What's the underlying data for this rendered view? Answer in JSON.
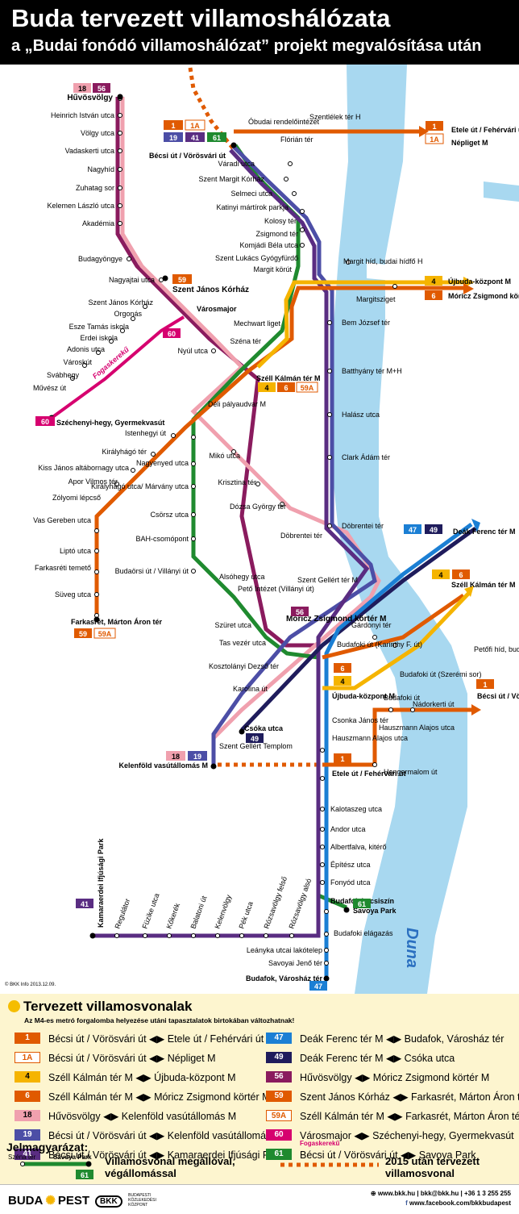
{
  "header": {
    "title": "Buda tervezett villamoshálózata",
    "subtitle": "a „Budai fonódó villamoshálózat” projekt megvalósítása után"
  },
  "colors": {
    "line1": "#e05a00",
    "line4": "#f5b400",
    "line6": "#e05a00",
    "line18": "#f0a0ae",
    "line19": "#4c4ea6",
    "line41": "#5a2d82",
    "line47": "#1b7fd4",
    "line49": "#1f1c5c",
    "line56": "#8a1b5e",
    "line59": "#e05a00",
    "line60": "#d6006f",
    "line61": "#1f8a2f",
    "river": "#a8d8f0",
    "legend_bg": "#fdf5cf"
  },
  "map": {
    "river_label": "Duna",
    "stations": {
      "huvosvolgy": "Hűvösvölgy",
      "heinrich": "Heinrich István utca",
      "volgy": "Völgy utca",
      "vadaskerti": "Vadaskerti utca",
      "nagyhid": "Nagyhíd",
      "zuhatag": "Zuhatag sor",
      "kelemen": "Kelemen László utca",
      "akademia": "Akadémia",
      "budagyongye": "Budagyöngye",
      "nagyajtai": "Nagyajtai utca",
      "szent_janos": "Szent János Kórház",
      "varosmajor": "Városmajor",
      "nyul": "Nyúl utca",
      "szena": "Széna tér",
      "mechwart": "Mechwart liget",
      "margit_korut": "Margit körút",
      "szell": "Széll Kálmán tér M",
      "deli": "Déli pályaudvar M",
      "miko": "Mikó utca",
      "krisztina": "Krisztina tér",
      "dozsa": "Dózsa György tér",
      "dobrentei_ter": "Döbrentei tér",
      "istenhegyi": "Istenhegyi út",
      "kiralyhago_ter": "Királyhágó tér",
      "kiss_janos": "Kiss János altábornagy utca",
      "apor": "Apor Vilmos tér",
      "zolyomi": "Zólyomi lépcső",
      "vas_gereben": "Vas Gereben utca",
      "lipto": "Liptó utca",
      "farkasreti_temeto": "Farkasréti temető",
      "suveg": "Süveg utca",
      "farkasret": "Farkasrét, Márton Áron tér",
      "nagyenyed": "Nagyenyed utca",
      "kiralyhago_marvany": "Királyhágó utca/ Márvány utca",
      "csorsz": "Csörsz utca",
      "bah": "BAH-csomópont",
      "budaorsi": "Budaörsi út / Villányi út",
      "alsohegy": "Alsóhegy utca",
      "peto": "Pető Intézet (Villányi út)",
      "szuret": "Szüret utca",
      "moricz": "Móricz Zsigmond körtér M",
      "tas_vezer": "Tas vezér utca",
      "kosztolanyi": "Kosztolányi Dezső tér",
      "karolina": "Karolina út",
      "csoka": "Csóka utca",
      "szent_gellert_templom": "Szent Gellért Templom",
      "kelenfold": "Kelenföld vasútállomás M",
      "ujbuda": "Újbuda-központ M",
      "csonka": "Csonka János tér",
      "hauszmann": "Hauszmann Alajos utca",
      "etele_ut": "Etele út / Fehérvári út",
      "kalotaszeg": "Kalotaszeg utca",
      "andor": "Andor utca",
      "albertfalva": "Albertfalva, kitérő",
      "epitesz": "Építész utca",
      "fonyod": "Fonyód utca",
      "budafok_kocsiszin": "Budafok kocsiszín",
      "savoya": "Savoya Park",
      "budafoki_elagazas": "Budafoki elágazás",
      "leanyka": "Leányka utcai lakótelep",
      "savoyai_jeno": "Savoyai Jenő tér",
      "varoshaz_ter": "Budafok, Városház tér",
      "becsi_ut": "Bécsi út / Vörösvári út",
      "obudai": "Óbudai rendelőintézet",
      "florian": "Flórián tér",
      "szentlelek": "Szentlélek tér H",
      "varadi": "Váradi utca",
      "szent_margit": "Szent Margit Kórház",
      "selmeci": "Selmeci utca",
      "katinyi": "Katinyi mártírok parkja",
      "kolosy": "Kolosy tér",
      "zsigmond": "Zsigmond tér",
      "komjadi": "Komjádi Béla utca",
      "szent_lukacs": "Szent Lukács Gyógyfürdő",
      "margit_hid": "Margit híd, budai hídfő H",
      "margitsziget": "Margitsziget",
      "bem": "Bem József tér",
      "batthyany": "Batthyány tér M+H",
      "halasz": "Halász utca",
      "clark": "Clark Ádám tér",
      "dobrentei": "Döbrentei tér",
      "szent_gellert_ter": "Szent Gellért tér M",
      "gardonyi": "Gárdonyi tér",
      "budafoki_karinthy": "Budafoki út (Karinthy F. út)",
      "petofi": "Petőfi híd, budai hídfő",
      "budafoki_szeremi": "Budafoki út (Szerémi sor)",
      "budafoki_ut": "Budafoki út",
      "nadorkerti": "Nádorkerti út",
      "hengermalom": "Hengermalom út",
      "hauszmann_alajos": "Hauszmann Alajos utca",
      "orgonas": "Orgonás",
      "esze": "Esze Tamás iskola",
      "erdei": "Erdei iskola",
      "adonis": "Adonis utca",
      "varoskut": "Városkút",
      "svabhegy": "Svábhegy",
      "muvesz": "Művész út",
      "szechenyi": "Széchenyi-hegy, Gyermekvasút",
      "szent_janos_korhaz_cog": "Szent János Kórház",
      "fogaskereku": "Fogaskerekű",
      "kamaraerdei": "Kamaraerdei Ifjúsági Park",
      "regulator": "Regulátor",
      "fuzike": "Füzike utca",
      "kokerek": "Kőkerék",
      "balatoni": "Balatoni út",
      "kelenvolgy": "Kelenvölgy",
      "pek": "Pék utca",
      "rozsavolgy_felso": "Rózsavölgy felső",
      "rozsavolgy_also": "Rózsavölgy alsó"
    },
    "terminals": {
      "etele_right": "Etele út / Fehérvári út",
      "nepliget": "Népliget M",
      "ujbuda_right": "Újbuda-központ M",
      "moricz_right": "Móricz Zsigmond körtér M",
      "deak": "Deák Ferenc tér M",
      "szell_right": "Széll Kálmán tér M",
      "becsi_right": "Bécsi út / Vörösvári út"
    },
    "copyright": "© BKK Info 2013.12.09."
  },
  "legend": {
    "title": "Tervezett villamosvonalak",
    "note": "Az M4-es metró forgalomba helyezése utáni tapasztalatok birtokában változhatnak!",
    "left": [
      {
        "num": "1",
        "color": "#e05a00",
        "text": "Bécsi út / Vörösvári út ◀▶ Etele út / Fehérvári út"
      },
      {
        "num": "1A",
        "color": "#ffffff",
        "outline": "#e05a00",
        "text": "Bécsi út / Vörösvári út ◀▶ Népliget M"
      },
      {
        "num": "4",
        "color": "#f5b400",
        "text": "Széll Kálmán tér M ◀▶ Újbuda-központ M"
      },
      {
        "num": "6",
        "color": "#e05a00",
        "text": "Széll Kálmán tér M ◀▶ Móricz Zsigmond körtér M"
      },
      {
        "num": "18",
        "color": "#f0a0ae",
        "text": "Hűvösvölgy ◀▶ Kelenföld vasútállomás M"
      },
      {
        "num": "19",
        "color": "#4c4ea6",
        "text": "Bécsi út / Vörösvári út ◀▶ Kelenföld vasútállomás M"
      },
      {
        "num": "41",
        "color": "#5a2d82",
        "text": "Bécsi út / Vörösvári út ◀▶ Kamaraerdei Ifjúsági Park"
      }
    ],
    "right": [
      {
        "num": "47",
        "color": "#1b7fd4",
        "text": "Deák Ferenc tér M ◀▶ Budafok, Városház tér"
      },
      {
        "num": "49",
        "color": "#1f1c5c",
        "text": "Deák Ferenc tér M ◀▶ Csóka utca"
      },
      {
        "num": "56",
        "color": "#8a1b5e",
        "text": "Hűvösvölgy ◀▶ Móricz Zsigmond körtér M"
      },
      {
        "num": "59",
        "color": "#e05a00",
        "text": "Szent János Kórház ◀▶ Farkasrét, Márton Áron tér"
      },
      {
        "num": "59A",
        "color": "#ffffff",
        "outline": "#e05a00",
        "text": "Széll Kálmán tér M ◀▶ Farkasrét, Márton Áron tér"
      },
      {
        "num": "60",
        "color": "#d6006f",
        "text": "Városmajor ◀▶ Széchenyi-hegy, Gyermekvasút",
        "sub": "Fogaskerekű"
      },
      {
        "num": "61",
        "color": "#1f8a2f",
        "text": "Bécsi út / Vörösvári út ◀▶ Savoya Park"
      }
    ]
  },
  "key": {
    "title": "Jelmagyarázat:",
    "example_start": "Széna tér",
    "example_end": "Savoya Park",
    "example_num": "61",
    "solid_label": "Villamosvonal megállóval, végállomással",
    "dashed_label": "2015 után tervezett villamosvonal"
  },
  "footer": {
    "logo_buda": "BUDA",
    "logo_pest": "PEST",
    "bkk": "BKK",
    "bkk_sub": "BUDAPESTI KÖZLEKEDÉSI KÖZPONT",
    "web": "www.bkk.hu",
    "email": "bkk@bkk.hu",
    "phone": "+36 1 3 255 255",
    "facebook": "www.facebook.com/bkkbudapest"
  }
}
